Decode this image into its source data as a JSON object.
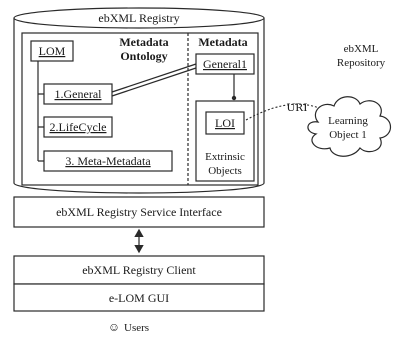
{
  "registry": {
    "title": "ebXML Registry",
    "ontology_label_line1": "Metadata",
    "ontology_label_line2": "Ontology",
    "metadata_label": "Metadata"
  },
  "ontology_items": {
    "root": "LOM",
    "item1": "1.General",
    "item2": "2.LifeCycle",
    "item3": "3. Meta-Metadata"
  },
  "metadata_items": {
    "general": "General1",
    "loi": "LOI",
    "extrinsic_line1": "Extrinsic",
    "extrinsic_line2": "Objects"
  },
  "repository": {
    "label_line1": "ebXML",
    "label_line2": "Repository",
    "uri_label": "URI",
    "object_line1": "Learning",
    "object_line2": "Object 1"
  },
  "service_interface": "ebXML Registry Service Interface",
  "client": "ebXML Registry Client",
  "gui": "e-LOM GUI",
  "users": {
    "icon_glyph": "☺",
    "label": "Users"
  }
}
